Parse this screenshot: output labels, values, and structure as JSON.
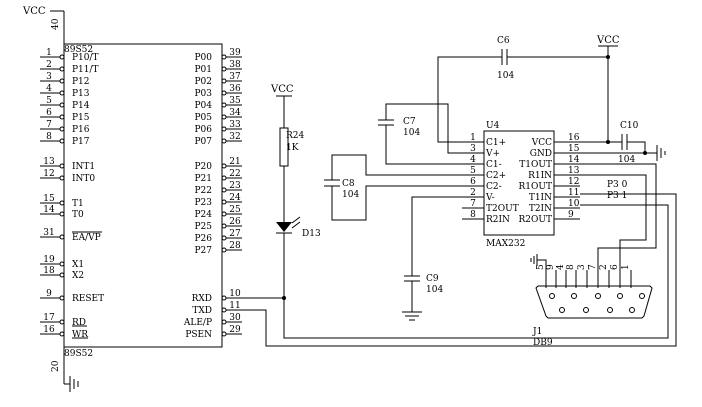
{
  "u1": {
    "part": "89S52",
    "left_pins": [
      {
        "num": "1",
        "name": "P10/T"
      },
      {
        "num": "2",
        "name": "P11/T"
      },
      {
        "num": "3",
        "name": "P12"
      },
      {
        "num": "4",
        "name": "P13"
      },
      {
        "num": "5",
        "name": "P14"
      },
      {
        "num": "6",
        "name": "P15"
      },
      {
        "num": "7",
        "name": "P16"
      },
      {
        "num": "8",
        "name": "P17"
      },
      {
        "num": "13",
        "name": "INT1"
      },
      {
        "num": "12",
        "name": "INT0"
      },
      {
        "num": "15",
        "name": "T1"
      },
      {
        "num": "14",
        "name": "T0"
      },
      {
        "num": "31",
        "name": "EA/VP"
      },
      {
        "num": "19",
        "name": "X1"
      },
      {
        "num": "18",
        "name": "X2"
      },
      {
        "num": "9",
        "name": "RESET"
      },
      {
        "num": "17",
        "name": "RD"
      },
      {
        "num": "16",
        "name": "WR"
      }
    ],
    "right_pins": [
      {
        "num": "39",
        "name": "P00"
      },
      {
        "num": "38",
        "name": "P01"
      },
      {
        "num": "37",
        "name": "P02"
      },
      {
        "num": "36",
        "name": "P03"
      },
      {
        "num": "35",
        "name": "P04"
      },
      {
        "num": "34",
        "name": "P05"
      },
      {
        "num": "33",
        "name": "P06"
      },
      {
        "num": "32",
        "name": "P07"
      },
      {
        "num": "21",
        "name": "P20"
      },
      {
        "num": "22",
        "name": "P21"
      },
      {
        "num": "23",
        "name": "P22"
      },
      {
        "num": "24",
        "name": "P23"
      },
      {
        "num": "25",
        "name": "P24"
      },
      {
        "num": "26",
        "name": "P25"
      },
      {
        "num": "27",
        "name": "P26"
      },
      {
        "num": "28",
        "name": "P27"
      },
      {
        "num": "10",
        "name": "RXD"
      },
      {
        "num": "11",
        "name": "TXD"
      },
      {
        "num": "30",
        "name": "ALE/P"
      },
      {
        "num": "29",
        "name": "PSEN"
      }
    ],
    "vcc_pin": "40",
    "gnd_pin": "20"
  },
  "power": {
    "vcc": "VCC"
  },
  "resistor": {
    "ref": "R24",
    "value": "1K"
  },
  "led": {
    "ref": "D13"
  },
  "max232": {
    "ref": "U4",
    "part": "MAX232",
    "left_pins": [
      {
        "num": "1",
        "name": "C1+"
      },
      {
        "num": "3",
        "name": "V+"
      },
      {
        "num": "4",
        "name": "C1-"
      },
      {
        "num": "5",
        "name": "C2+"
      },
      {
        "num": "6",
        "name": "C2-"
      },
      {
        "num": "2",
        "name": "V-"
      },
      {
        "num": "7",
        "name": "T2OUT"
      },
      {
        "num": "8",
        "name": "R2IN"
      }
    ],
    "right_pins": [
      {
        "num": "16",
        "name": "VCC"
      },
      {
        "num": "15",
        "name": "GND"
      },
      {
        "num": "14",
        "name": "T1OUT"
      },
      {
        "num": "13",
        "name": "R1IN"
      },
      {
        "num": "12",
        "name": "R1OUT"
      },
      {
        "num": "11",
        "name": "T1IN"
      },
      {
        "num": "10",
        "name": "T2IN"
      },
      {
        "num": "9",
        "name": "R2OUT"
      }
    ]
  },
  "caps": {
    "c6": {
      "ref": "C6",
      "value": "104"
    },
    "c7": {
      "ref": "C7",
      "value": "104"
    },
    "c8": {
      "ref": "C8",
      "value": "104"
    },
    "c9": {
      "ref": "C9",
      "value": "104"
    },
    "c10": {
      "ref": "C10",
      "value": "104"
    }
  },
  "net_labels": {
    "p30": "P3 0",
    "p31": "P3 1"
  },
  "connector": {
    "ref": "J1",
    "type": "DB9",
    "pins": [
      "5",
      "9",
      "4",
      "8",
      "3",
      "7",
      "2",
      "6",
      "1"
    ]
  }
}
